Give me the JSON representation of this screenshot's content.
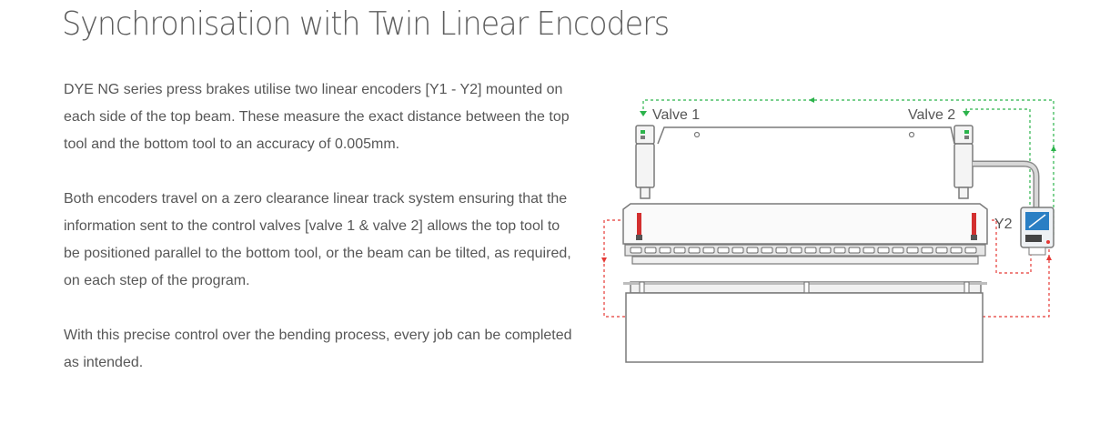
{
  "page": {
    "title": "Synchronisation with Twin Linear Encoders"
  },
  "paragraphs": [
    "DYE NG series press brakes utilise two linear encoders [Y1 - Y2] mounted on each side of the top beam. These measure the exact distance between the top tool and the bottom tool to an accuracy of 0.005mm.",
    "Both encoders travel on a zero clearance linear track system ensuring that the information sent to the control valves [valve 1 & valve 2] allows the top tool to be positioned parallel to the bottom tool, or the beam can be tilted, as required, on each step of the program.",
    "With this precise control over the bending process, every job can be completed as intended."
  ],
  "diagram": {
    "valve_1_label": "Valve 1",
    "valve_2_label": "Valve 2",
    "y2_label": "Y2",
    "colors": {
      "signal_green": "#2bb34b",
      "signal_red": "#e53935",
      "encoder_red": "#d32f2f",
      "controller_blue": "#2a7fc4",
      "outline": "#7a7a7a"
    }
  }
}
